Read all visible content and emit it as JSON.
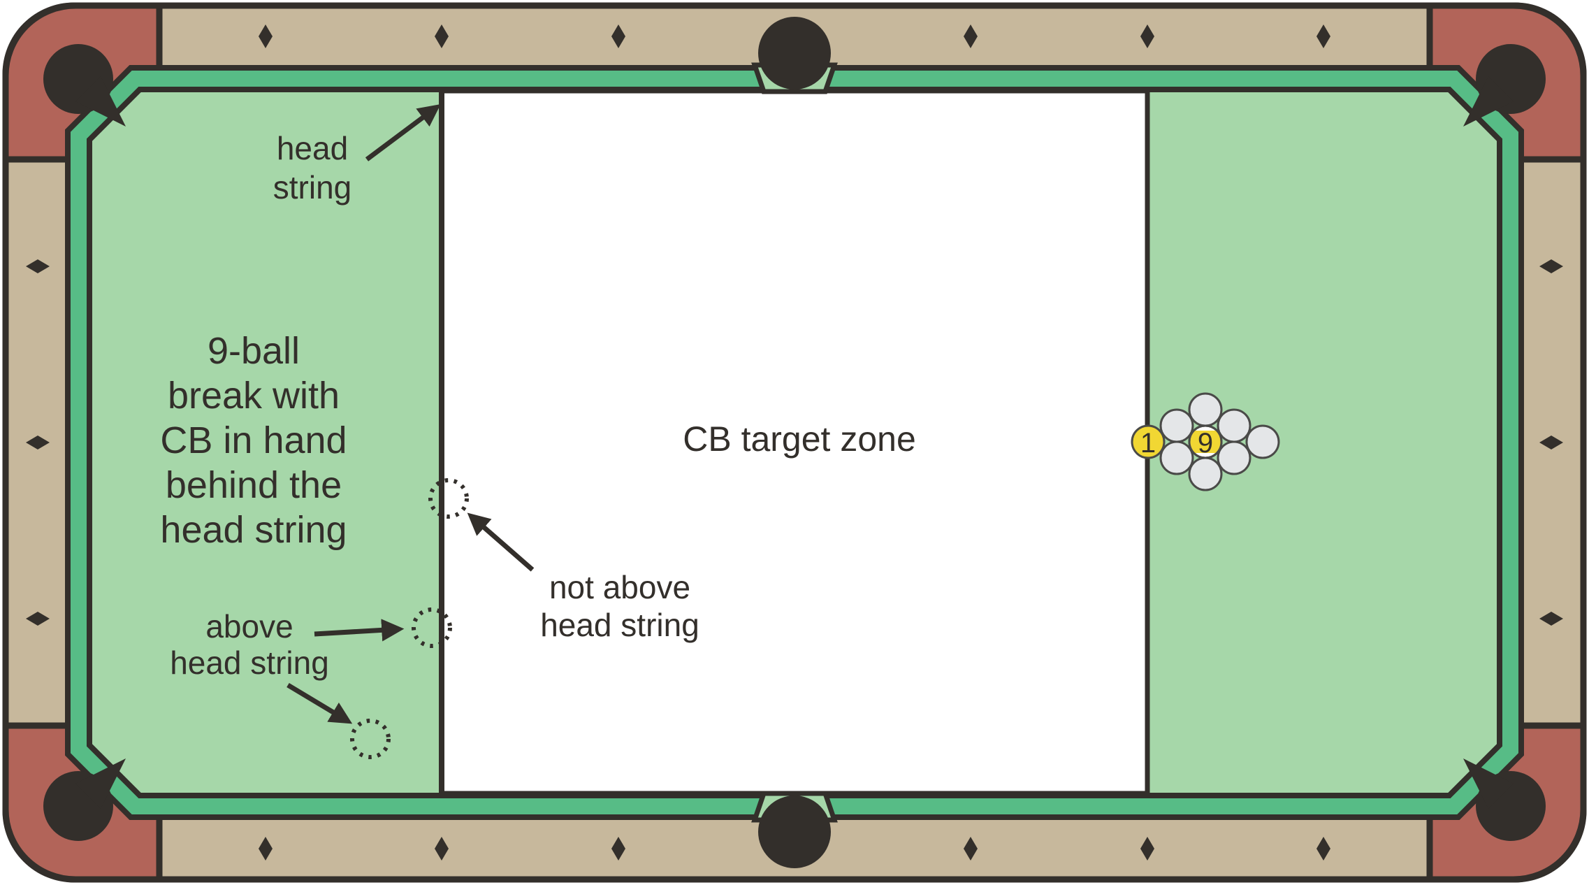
{
  "labels": {
    "head_string_label": [
      "head",
      "string"
    ],
    "kitchen_note": [
      "9-ball",
      "break with",
      "CB in hand",
      "behind the",
      "head string"
    ],
    "above_label": [
      "above",
      "head string"
    ],
    "not_above_label": [
      "not above",
      "head string"
    ],
    "cb_target_zone": "CB target zone"
  },
  "rack": {
    "ball_1_label": "1",
    "ball_9_label": "9",
    "description": "9-ball diamond rack with yellow 1-ball on the foot spot at the apex, striped 9-ball in the center, and seven unmarked gray balls",
    "ball_count": 9
  },
  "cue_ball_examples": {
    "dotted_circle_count": 3,
    "legal_positions": 2,
    "illegal_positions": 1
  },
  "colors": {
    "outline": "#332f2b",
    "rail": "#c7b89c",
    "corner": "#b26459",
    "cushion": "#57bc86",
    "felt": "#a6d7a9",
    "target_zone": "#ffffff",
    "ball_yellow": "#f1d733",
    "ball_gray": "#e4e6e8",
    "ball_white": "#ffffff",
    "ball_outline": "#4a4a48",
    "pocket": "#332f2b",
    "text": "#332f2b"
  }
}
